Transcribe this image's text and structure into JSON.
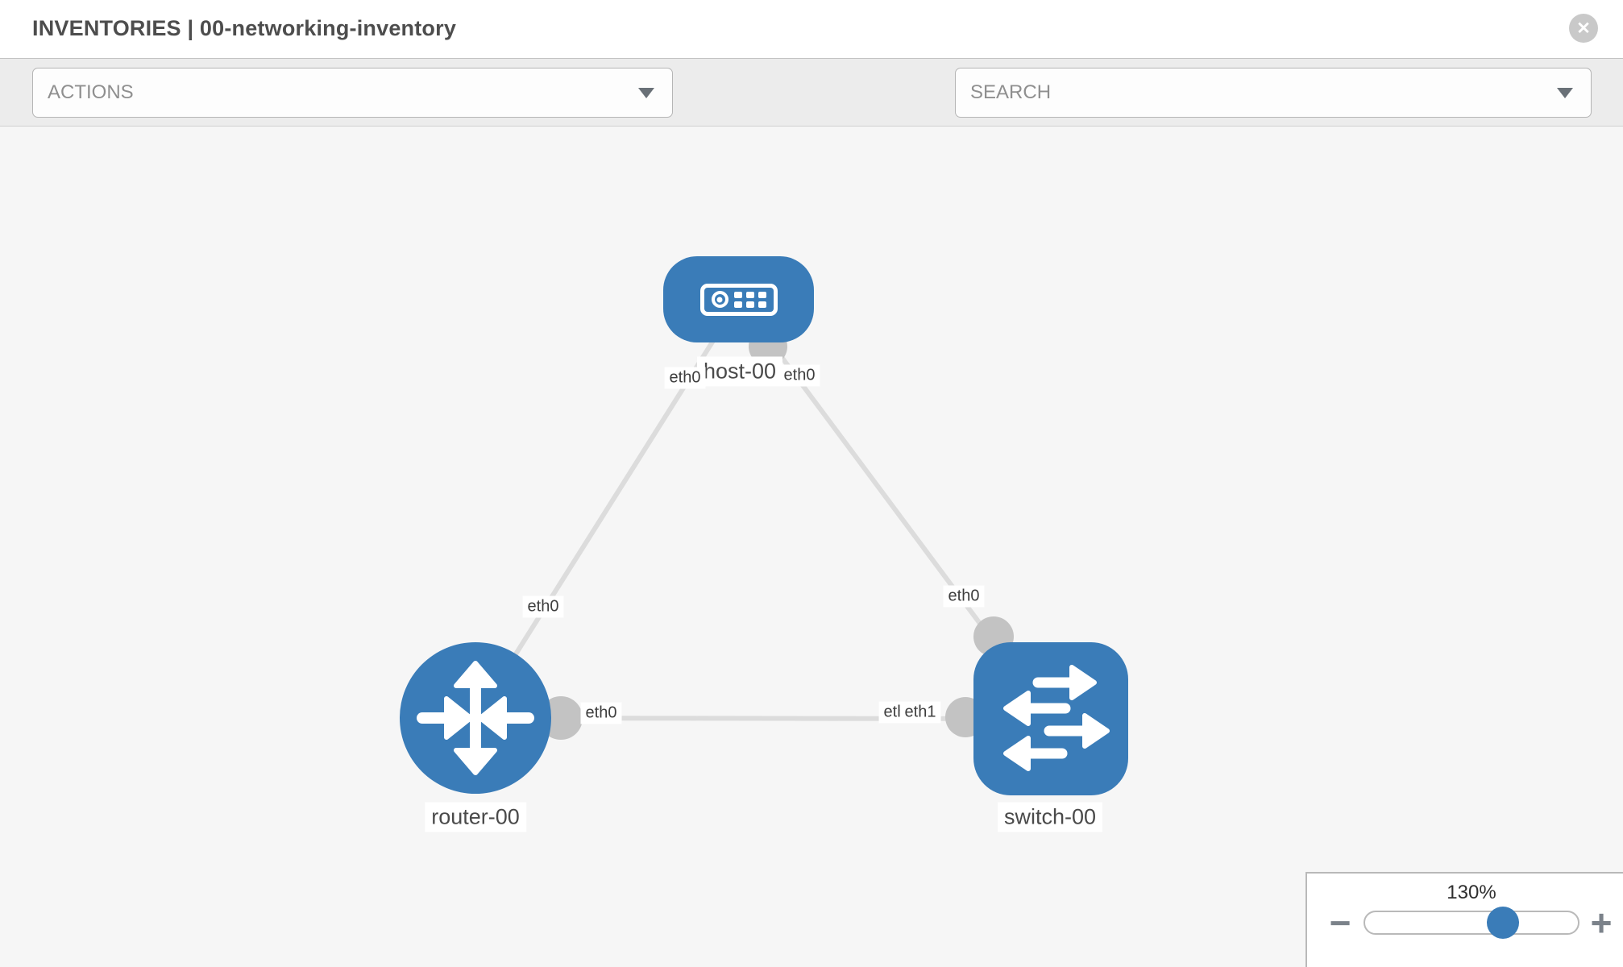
{
  "header": {
    "title": "INVENTORIES | 00-networking-inventory"
  },
  "toolbar": {
    "actions_label": "ACTIONS",
    "search_placeholder": "SEARCH"
  },
  "icons": {
    "close": "✕",
    "wrench": "wrench-icon",
    "key": "key-icon",
    "minus": "−",
    "plus": "+"
  },
  "colors": {
    "node_blue": "#3a7cb8",
    "link_gray": "#dcdcdc",
    "dot_gray": "#c3c3c3",
    "canvas_bg": "#f6f6f6"
  },
  "topology": {
    "nodes": [
      {
        "label": "host-00",
        "type": "host"
      },
      {
        "label": "router-00",
        "type": "router"
      },
      {
        "label": "switch-00",
        "type": "switch"
      }
    ],
    "links": [
      {
        "from": "host-00",
        "from_port": "eth0",
        "to": "router-00",
        "to_port": "eth0"
      },
      {
        "from": "host-00",
        "from_port": "eth0",
        "to": "switch-00",
        "to_port": "eth0"
      },
      {
        "from": "router-00",
        "from_port": "eth0",
        "to": "switch-00",
        "to_port": "eth1"
      }
    ],
    "node_labels": {
      "host": "host-00",
      "router": "router-00",
      "switch": "switch-00"
    },
    "port_labels": {
      "host_router_at_host": "eth0",
      "host_router_at_router": "eth0",
      "host_switch_at_host": "eth0",
      "host_switch_at_switch": "eth0",
      "router_switch_at_router": "eth0",
      "router_switch_at_switch_under": "eth0",
      "router_switch_at_switch": "eth1"
    }
  },
  "zoom_control": {
    "level": "130%"
  }
}
